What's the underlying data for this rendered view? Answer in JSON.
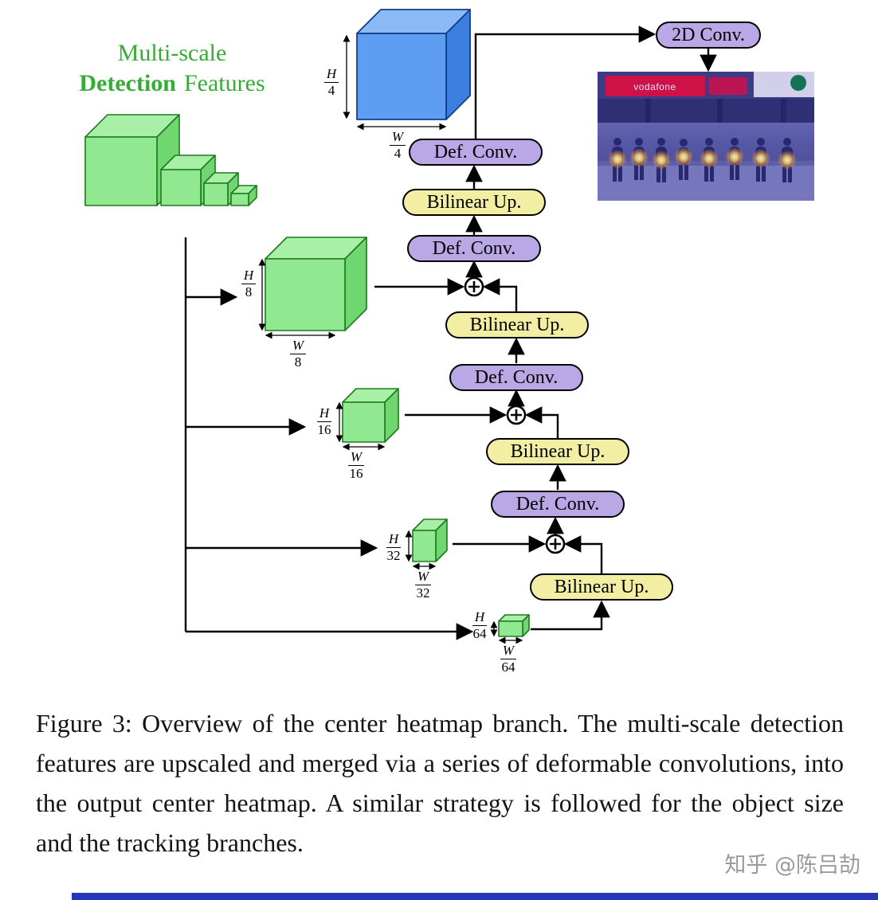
{
  "header": {
    "line1": "Multi-scale",
    "line2_bold": "Detection",
    "line2_rest": "Features"
  },
  "boxes": {
    "conv2d": "2D Conv.",
    "def_conv": "Def. Conv.",
    "bilinear": "Bilinear Up."
  },
  "fractions": {
    "top": {
      "h_num": "H",
      "h_den": "4",
      "w_num": "W",
      "w_den": "4"
    },
    "s8": {
      "h_num": "H",
      "h_den": "8",
      "w_num": "W",
      "w_den": "8"
    },
    "s16": {
      "h_num": "H",
      "h_den": "16",
      "w_num": "W",
      "w_den": "16"
    },
    "s32": {
      "h_num": "H",
      "h_den": "32",
      "w_num": "W",
      "w_den": "32"
    },
    "s64": {
      "h_num": "H",
      "h_den": "64",
      "w_num": "W",
      "w_den": "64"
    }
  },
  "photo": {
    "sign_vodafone": "vodafone"
  },
  "caption": "Figure 3: Overview of the center heatmap branch.  The multi-scale detection features are upscaled and merged via a series of deformable convolutions, into the output center heatmap.  A similar strategy is followed for the object size and the tracking branches.",
  "watermark": "知乎 @陈吕劼",
  "colors": {
    "box_purple": "#b9a7e6",
    "box_yellow": "#f2efa4",
    "feature_green": "#90e890",
    "output_blue": "#5e9ef2",
    "title_green": "#35ad35"
  }
}
